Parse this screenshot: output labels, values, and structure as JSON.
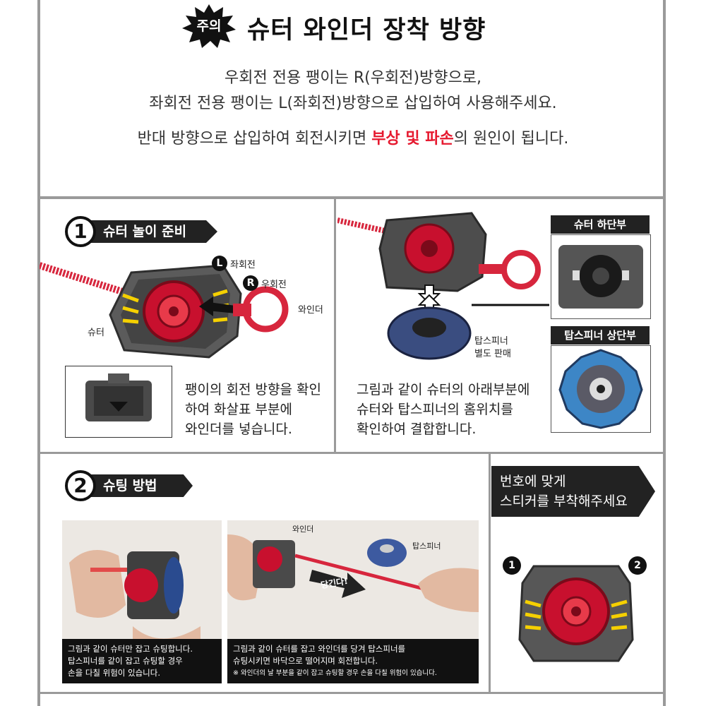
{
  "notice": {
    "badge": "주의",
    "title": "슈터 와인더 장착 방향",
    "line1": "우회전 전용 팽이는 R(우회전)방향으로,",
    "line2": "좌회전 전용 팽이는 L(좌회전)방향으로 삽입하여 사용해주세요.",
    "line3_pre": "반대 방향으로 삽입하여 회전시키면 ",
    "line3_highlight": "부상 및 파손",
    "line3_post": "의 원인이 됩니다.",
    "highlight_color": "#e6192f"
  },
  "step1": {
    "number": "1",
    "title": "슈터 놀이 준비",
    "label_l_badge": "L",
    "label_l": "좌회전",
    "label_r_badge": "R",
    "label_r": "우회전",
    "label_winder": "와인더",
    "label_shooter": "슈터",
    "text": [
      "팽이의 회전 방향을 확인",
      "하여 화살표 부분에",
      "와인더를 넣습니다."
    ],
    "right_text": [
      "그림과 같이 슈터의 아래부분에",
      "슈터와 탑스피너의 홈위치를",
      "확인하여 결합합니다."
    ],
    "label_topspinner": "탑스피너",
    "label_sold": "별도 판매",
    "header_bottom": "슈터 하단부",
    "header_top": "탑스피너 상단부"
  },
  "step2": {
    "number": "2",
    "title": "슈팅 방법",
    "caption1": [
      "그림과 같이 슈터만 잡고 슈팅합니다.",
      "탑스피너를 같이 잡고 슈팅할 경우",
      "손을 다칠 위험이 있습니다."
    ],
    "label_winder": "와인더",
    "label_topspinner": "탑스피너",
    "pull": "당긴다!",
    "caption2": [
      "그림과 같이 슈터를 잡고 와인더를 당겨 탑스피너를",
      "슈팅시키면 바닥으로 떨어지며 회전합니다."
    ],
    "caption2_note": "※ 와인더의 날 부분을 같이 잡고 슈팅할 경우 손을 다칠 위험이 있습니다."
  },
  "sticker": {
    "title_line1": "번호에 맞게",
    "title_line2": "스티커를 부착해주세요",
    "num1": "1",
    "num2": "2"
  }
}
